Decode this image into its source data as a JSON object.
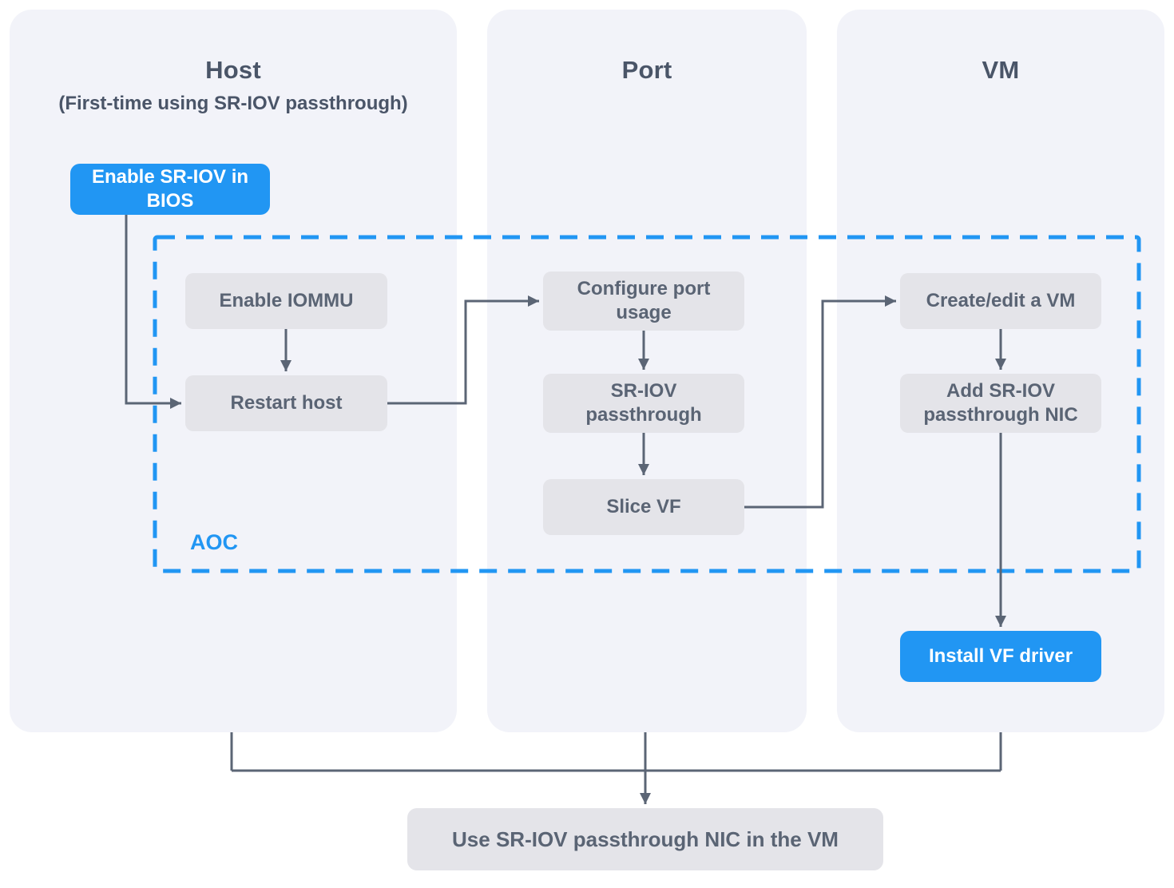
{
  "columns": {
    "host": {
      "title": "Host",
      "subtitle": "(First-time using SR-IOV passthrough)"
    },
    "port": {
      "title": "Port"
    },
    "vm": {
      "title": "VM"
    }
  },
  "nodes": {
    "enable_sriov_bios": "Enable SR-IOV in BIOS",
    "enable_iommu": "Enable IOMMU",
    "restart_host": "Restart host",
    "configure_port_usage": "Configure port usage",
    "sriov_passthrough": "SR-IOV passthrough",
    "slice_vf": "Slice VF",
    "create_edit_vm": "Create/edit a VM",
    "add_sriov_nic": "Add SR-IOV passthrough NIC",
    "install_vf_driver": "Install VF driver",
    "use_sriov_nic": "Use SR-IOV passthrough NIC in the VM"
  },
  "aoc": {
    "label": "AOC"
  },
  "colors": {
    "accent_blue": "#2196f3",
    "panel_bg": "#f2f3f9",
    "node_bg": "#e4e4e9",
    "heading_text": "#4a5568",
    "node_text": "#5a6474",
    "arrow": "#5b6575"
  }
}
